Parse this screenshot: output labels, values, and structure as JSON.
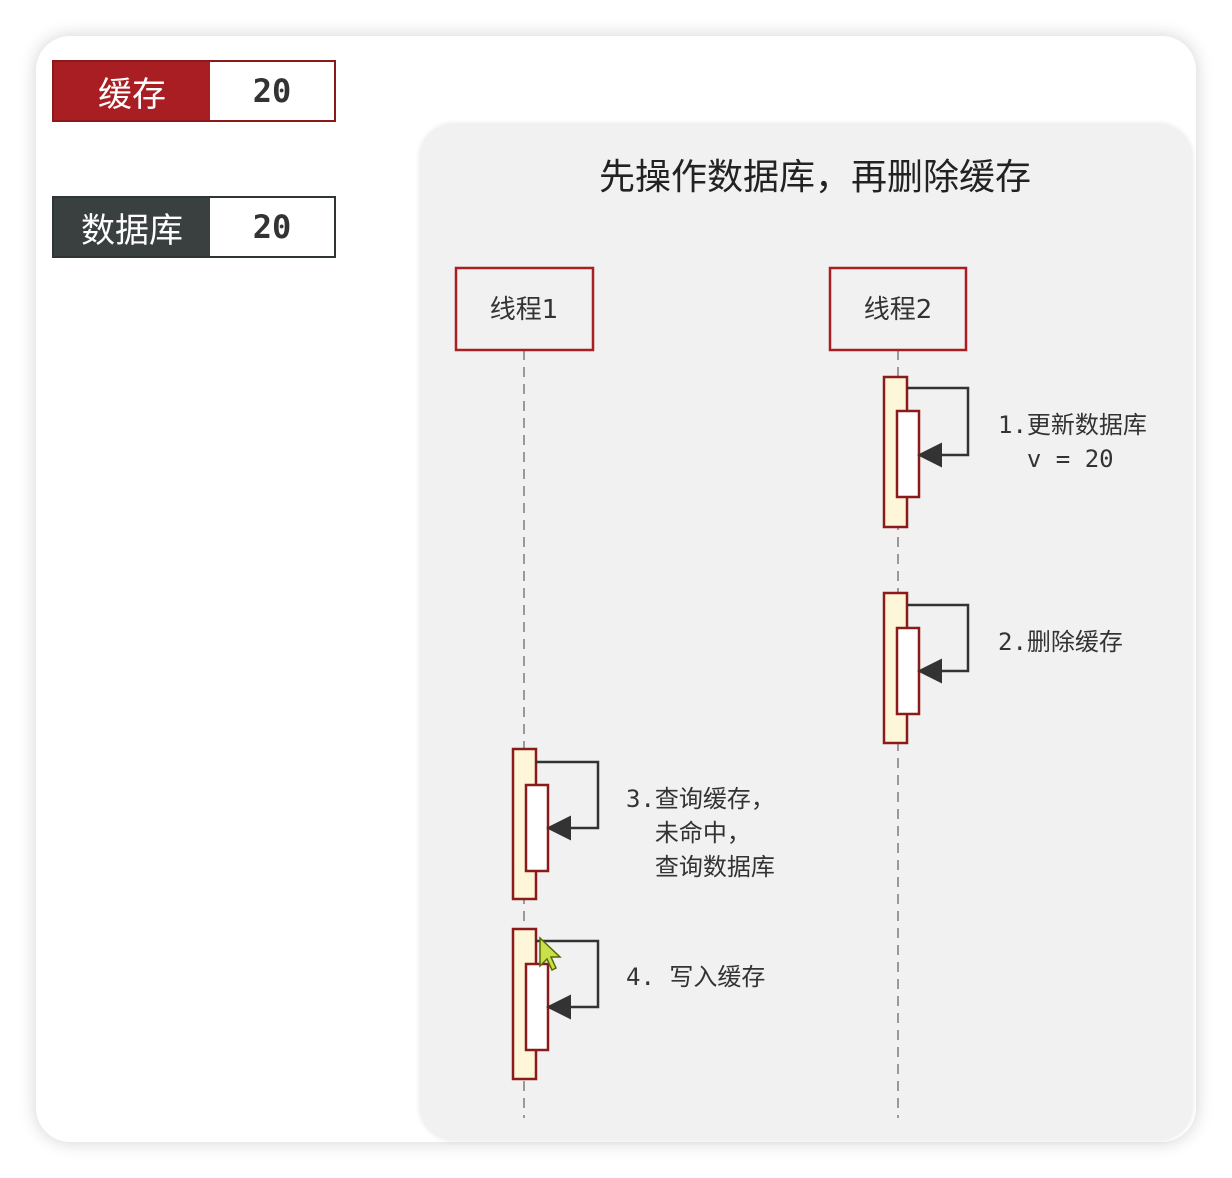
{
  "state": {
    "cache": {
      "label": "缓存",
      "value": "20"
    },
    "database": {
      "label": "数据库",
      "value": "20"
    }
  },
  "diagram": {
    "title": "先操作数据库，再删除缓存",
    "threads": [
      {
        "label": "线程1"
      },
      {
        "label": "线程2"
      }
    ],
    "steps": [
      {
        "line1": "1.更新数据库",
        "line2": "  v = 20"
      },
      {
        "line1": "2.删除缓存"
      },
      {
        "line1": "3.查询缓存，",
        "line2": "  未命中，",
        "line3": "  查询数据库"
      },
      {
        "line1": "4. 写入缓存"
      }
    ]
  },
  "colors": {
    "cache_accent": "#a81e22",
    "database_accent": "#3a3f3f",
    "activation_fill": "#fdf6d8",
    "outline": "#8b1a1a"
  }
}
